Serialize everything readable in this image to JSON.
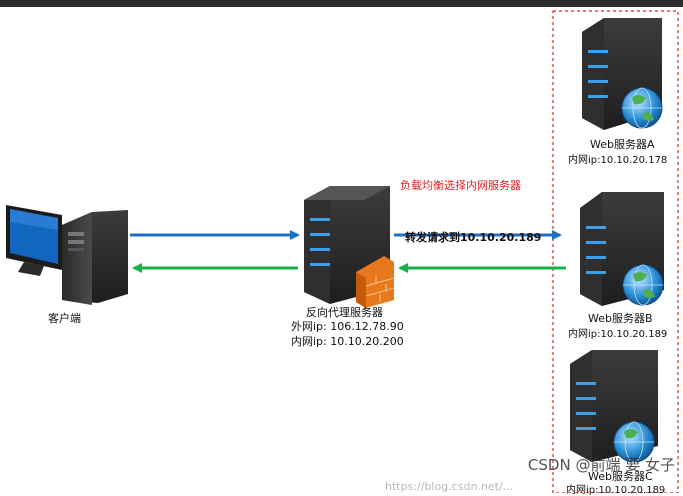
{
  "client": {
    "label": "客户端"
  },
  "proxy": {
    "title": "反向代理服务器",
    "external_ip": "外网ip: 106.12.78.90",
    "internal_ip": "内网ip: 10.10.20.200"
  },
  "load_balance_note": "负载均衡选择内网服务器",
  "forward_note": "转发请求到10.10.20.189",
  "servers": [
    {
      "name": "Web服务器A",
      "ip": "内网ip:10.10.20.178"
    },
    {
      "name": "Web服务器B",
      "ip": "内网ip:10.10.20.189"
    },
    {
      "name": "Web服务器C",
      "ip": "内网ip:10.10.20.189"
    }
  ],
  "watermark": "CSDN @前端 要 女子",
  "watermark_url": "https://blog.csdn.net/..."
}
